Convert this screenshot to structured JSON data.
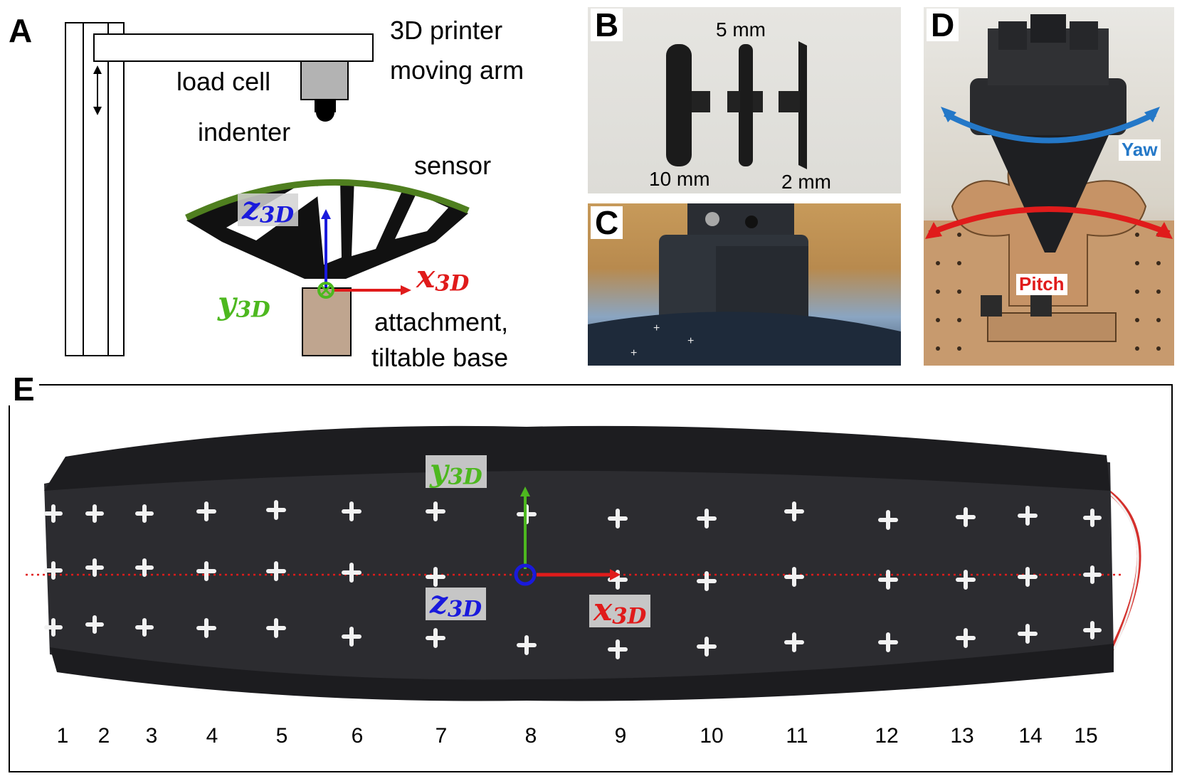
{
  "panels": {
    "a": "A",
    "b": "B",
    "c": "C",
    "d": "D",
    "e": "E"
  },
  "panel_a": {
    "arm_label_line1": "3D printer",
    "arm_label_line2": "moving arm",
    "load_cell": "load cell",
    "indenter": "indenter",
    "sensor": "sensor",
    "attachment_line1": "attachment,",
    "attachment_line2": "tiltable base",
    "axis_z": "z",
    "axis_y": "y",
    "axis_x": "x",
    "axis_sub": "3D"
  },
  "panel_b": {
    "w5": "5 mm",
    "w10": "10 mm",
    "w2": "2 mm"
  },
  "panel_d": {
    "yaw": "Yaw",
    "pitch": "Pitch"
  },
  "panel_e": {
    "axis_y": "y",
    "axis_z": "z",
    "axis_x": "x",
    "axis_sub": "3D",
    "positions": [
      "1",
      "2",
      "3",
      "4",
      "5",
      "6",
      "7",
      "8",
      "9",
      "10",
      "11",
      "12",
      "13",
      "14",
      "15"
    ]
  },
  "colors": {
    "z_axis": "#1a1adc",
    "y_axis": "#4db81f",
    "x_axis": "#e01b1b",
    "sensor_green": "#4f7f1f",
    "load_cell_gray": "#b3b3b3",
    "base_tan": "#bfa58f"
  }
}
